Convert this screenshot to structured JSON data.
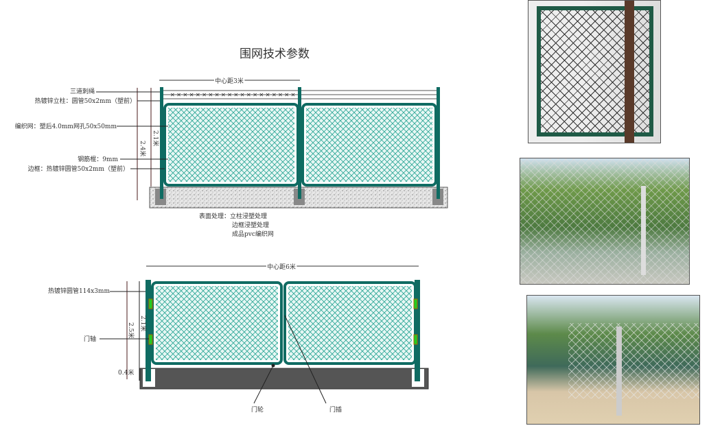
{
  "title": "围网技术参数",
  "fence": {
    "spacing": "中心距3米",
    "labels": [
      "三道刺绳",
      "热镀锌立柱：圆管50x2mm（塑前）",
      "编织网：塑后4.0mm网孔50x50mm",
      "钢筋棍：9mm",
      "边框：热镀锌圆管50x2mm（塑前）"
    ],
    "height_total": "2.4米",
    "height_panel": "2.1米",
    "surface": [
      "表面处理：立柱浸塑处理",
      "边框浸塑处理",
      "成品pvc编织网"
    ]
  },
  "gate": {
    "spacing": "中心距6米",
    "pipe_label": "热镀锌圆管114x3mm",
    "hinge_label": "门轴",
    "height_total": "2.5米",
    "height_panel": "2.1米",
    "base_height": "0.4米",
    "wheel_label": "门轮",
    "latch_label": "门插"
  },
  "colors": {
    "frame": "#0f6b62",
    "mesh": "#3fb8a8",
    "base": "#d8d8d8"
  }
}
